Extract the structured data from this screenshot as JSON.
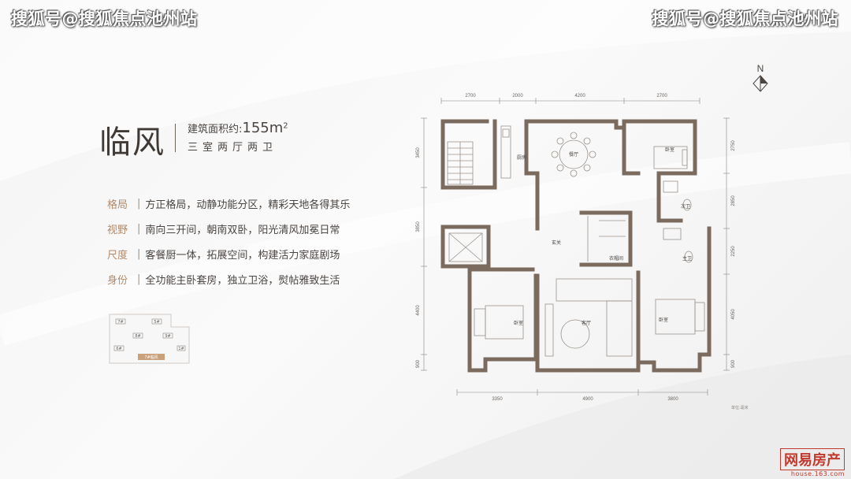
{
  "watermark": {
    "left": "搜狐号@搜狐焦点池州站",
    "right": "搜狐号@搜狐焦点池州站"
  },
  "unit": {
    "name": "临风",
    "area_label": "建筑面积约:",
    "area_value": "155m",
    "area_sup": "2",
    "layout": "三室两厅两卫"
  },
  "features": [
    {
      "label": "格局",
      "sep": "|",
      "text": "方正格局，动静功能分区，精彩天地各得其乐"
    },
    {
      "label": "视野",
      "sep": "|",
      "text": "南向三开间，朝南双卧，阳光清风加冕日常"
    },
    {
      "label": "尺度",
      "sep": "|",
      "text": "客餐厨一体，拓展空间，构建活力家庭剧场"
    },
    {
      "label": "身份",
      "sep": "|",
      "text": "全功能主卧套房，独立卫浴，熨帖雅致生活"
    }
  ],
  "key_plan": {
    "labels": [
      "7#",
      "5#",
      "8#",
      "9#",
      "6#",
      "1#"
    ],
    "highlight": "7#临风"
  },
  "compass": {
    "label": "N"
  },
  "floorplan": {
    "top_dims": [
      "2700",
      "2000",
      "4200",
      "2700"
    ],
    "bottom_dims": [
      "3350",
      "4900",
      "3800"
    ],
    "left_dims": [
      "3450",
      "3850",
      "4400",
      "900"
    ],
    "right_dims": [
      "2750",
      "2850",
      "2250",
      "4050",
      "900"
    ],
    "rooms": {
      "kitchen": "厨房",
      "dining": "餐厅",
      "bedroom_ne": "卧室",
      "bath_1": "次卫",
      "bath_2": "主卫",
      "entrance": "玄关",
      "closet": "衣帽间",
      "bedroom_sw": "卧室",
      "living": "客厅",
      "bedroom_se": "卧室"
    },
    "scale_note": "单位:毫米"
  },
  "brand": {
    "logo": "网易房产",
    "url": "house.163.com"
  },
  "colors": {
    "wall": "#7b6b5e",
    "accent": "#b38a6a",
    "text": "#4a4541",
    "brand_red": "#c23a2e"
  }
}
